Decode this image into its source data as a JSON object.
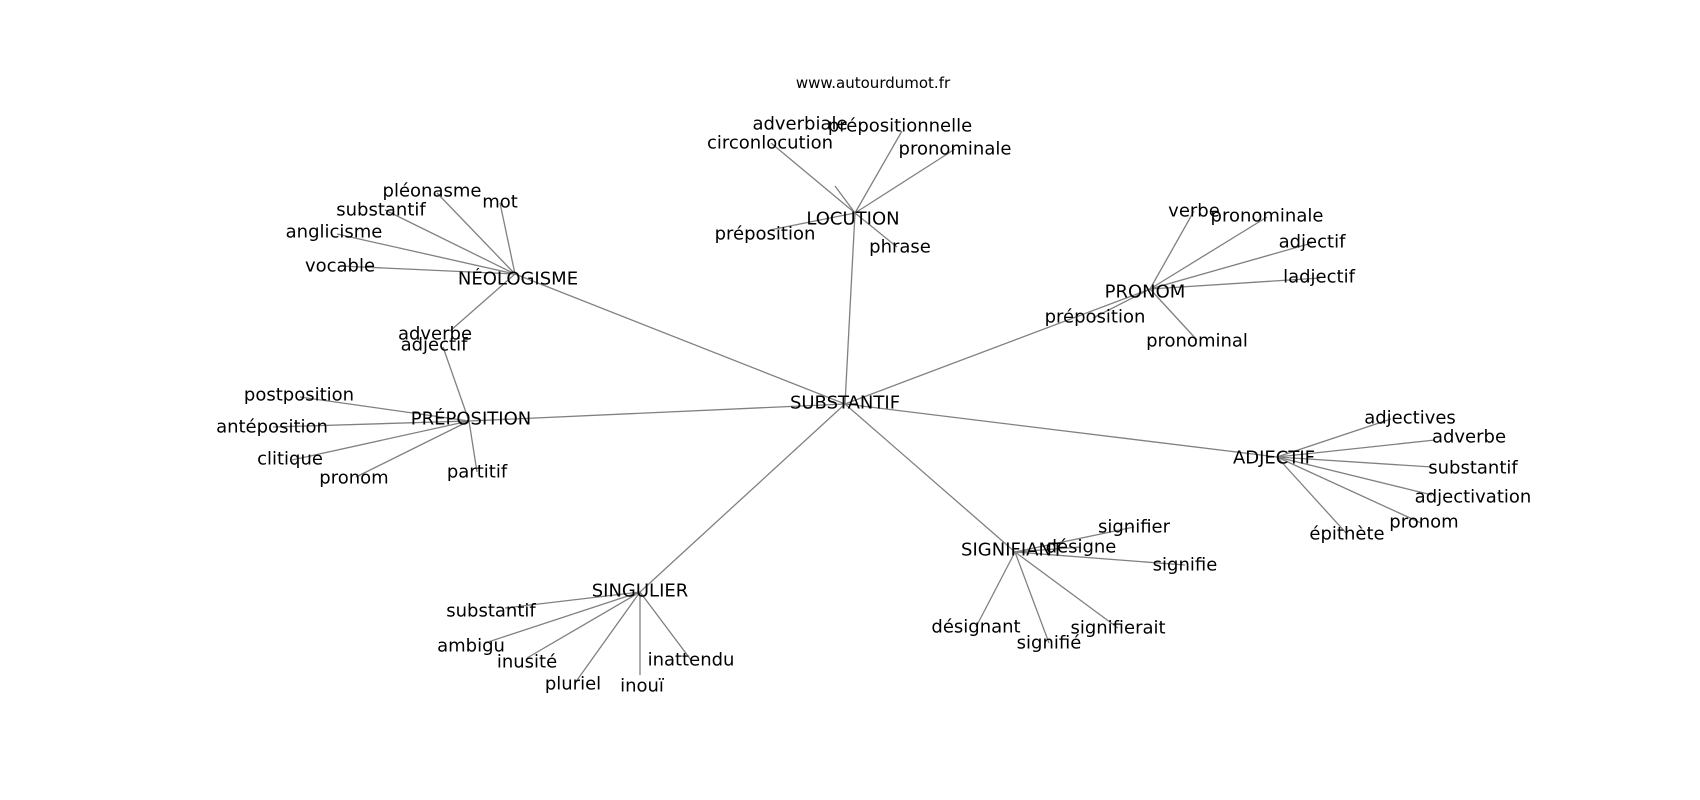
{
  "source": "www.autourdumot.fr",
  "center": "SUBSTANTIF",
  "hubs": [
    {
      "label": "LOCUTION",
      "children": [
        "adverbiale",
        "prépositionnelle",
        "circonlocution",
        "pronominale",
        "préposition",
        "phrase"
      ]
    },
    {
      "label": "NÉOLOGISME",
      "children": [
        "pléonasme",
        "mot",
        "substantif",
        "anglicisme",
        "vocable",
        "adverbe"
      ]
    },
    {
      "label": "PRONOM",
      "children": [
        "verbe",
        "pronominale",
        "adjectif",
        "ladjectif",
        "préposition",
        "pronominal"
      ]
    },
    {
      "label": "PRÉPOSITION",
      "children": [
        "adjectif",
        "postposition",
        "antéposition",
        "clitique",
        "pronom",
        "partitif"
      ]
    },
    {
      "label": "ADJECTIF",
      "children": [
        "adjectives",
        "adverbe",
        "substantif",
        "adjectivation",
        "pronom",
        "épithète"
      ]
    },
    {
      "label": "SIGNIFIANT",
      "children": [
        "signifier",
        "désigne",
        "signifie",
        "désignant",
        "signifié",
        "signifierait"
      ]
    },
    {
      "label": "SINGULIER",
      "children": [
        "substantif",
        "ambigu",
        "inusité",
        "pluriel",
        "inouï",
        "inattendu"
      ]
    }
  ]
}
